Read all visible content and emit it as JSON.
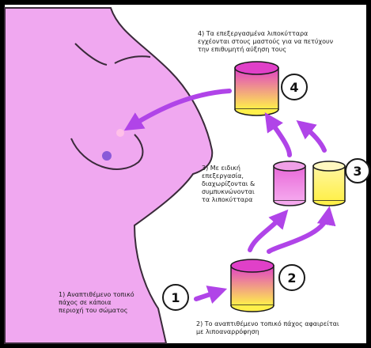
{
  "steps": [
    {
      "number": "1",
      "text": "1) Αναπτιθέμενο τοπικό\nπάχος σε κάποια\nπεριοχή του σώματος"
    },
    {
      "number": "2",
      "text": "2) Το αναπτιθέμενο τοπικό πάχος αφαιρείται\nμε λιποαναρρόφηση"
    },
    {
      "number": "3",
      "text": "3) Με ειδική\nεπεξεργασία,\nδιαχωρίζονται &\nσυμπυκνώνονται\nτα λιποκύτταρα"
    },
    {
      "number": "4",
      "text": "4) Τα επεξεργασμένα λιποκύτταρα\nεγχέονται στους μαστούς για να πετύχουν\nτην επιθυμητή αύξηση τους"
    }
  ],
  "colors": {
    "body": "#f0a8f0",
    "body_outline": "#3a2a3a",
    "arrow": "#b044e8",
    "canister_top_pink": "#e040c8",
    "canister_yellow": "#fff04a"
  },
  "icons": [
    "body-silhouette",
    "canister-icon",
    "arrow-icon"
  ]
}
